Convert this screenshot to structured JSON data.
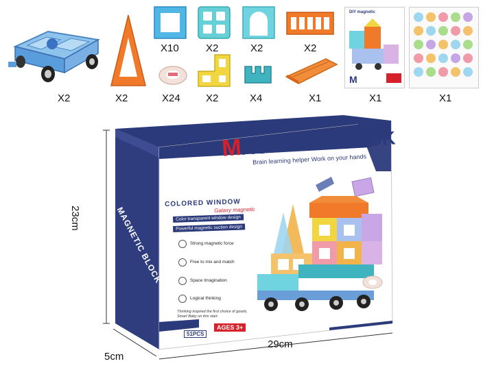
{
  "pieces": [
    {
      "name": "car-base",
      "qty": "X2"
    },
    {
      "name": "triangle",
      "qty": "X2"
    },
    {
      "name": "square-window",
      "qty": "X10"
    },
    {
      "name": "four-square-window",
      "qty": "X2"
    },
    {
      "name": "arch-window",
      "qty": "X2"
    },
    {
      "name": "rectangle-window",
      "qty": "X2"
    },
    {
      "name": "booklet",
      "qty": "X1"
    },
    {
      "name": "sticker-sheet",
      "qty": "X1"
    },
    {
      "name": "hexagon-ring",
      "qty": "X24"
    },
    {
      "name": "l-shape",
      "qty": "X2"
    },
    {
      "name": "castle-piece",
      "qty": "X4"
    },
    {
      "name": "roof-piece",
      "qty": "X1"
    }
  ],
  "box": {
    "brand_m": "M",
    "brand_rest": "AGNETIC BLOCK",
    "tagline": "Brain learning helper  Work on your hands",
    "side_brand": "MAGNETIC BLOCK",
    "colored_window": "COLORED WINDOW",
    "script_sub": "Galaxy magnetic",
    "banner1": "Color transparent window design",
    "banner2": "Powerful magnetic suction design",
    "features": [
      "Strong magnetic force",
      "Free to mix and match",
      "Space Imagination",
      "Logical thinking"
    ],
    "note": "Thinking inspired the first choice of goods, Smart Baby on this start.",
    "pcs": "51PCS",
    "ages": "AGES 3+"
  },
  "booklet_title": "DIY magnetic",
  "dimensions": {
    "height": "23cm",
    "width": "29cm",
    "depth": "5cm"
  },
  "colors": {
    "navy": "#2b3a7a",
    "red": "#d6202a",
    "orange": "#f07a2a",
    "teal": "#3fb4c0",
    "yellow": "#f2d640"
  }
}
